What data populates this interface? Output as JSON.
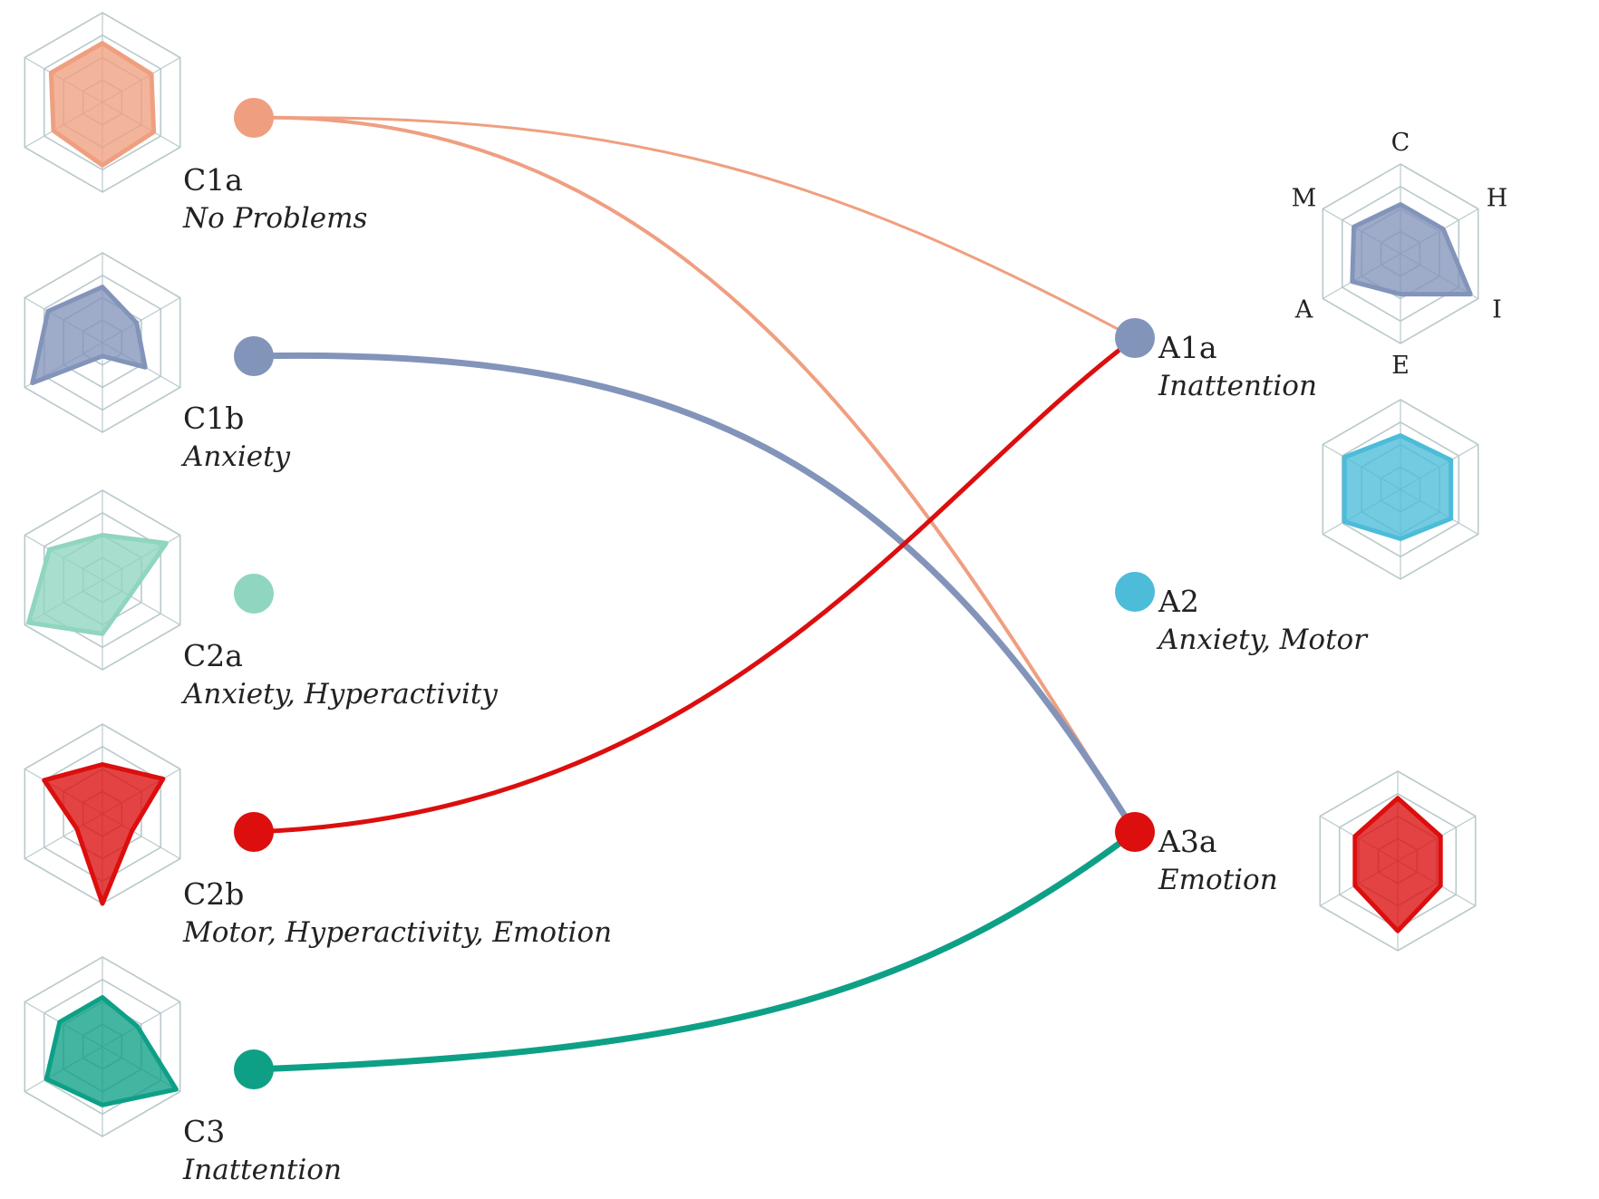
{
  "diagram": {
    "axes": [
      "C",
      "H",
      "I",
      "E",
      "A",
      "M"
    ],
    "left_clusters": [
      {
        "id": "C1a",
        "code": "C1a",
        "desc": "No Problems",
        "color": "#ef9f80",
        "values": [
          0.66,
          0.63,
          0.66,
          0.7,
          0.63,
          0.66
        ]
      },
      {
        "id": "C1b",
        "code": "C1b",
        "desc": "Anxiety",
        "color": "#8394ba",
        "values": [
          0.62,
          0.44,
          0.55,
          0.15,
          0.9,
          0.7
        ]
      },
      {
        "id": "C2a",
        "code": "C2a",
        "desc": "Anxiety, Hyperactivity",
        "color": "#8fd5c0",
        "values": [
          0.5,
          0.82,
          0.35,
          0.6,
          0.95,
          0.68
        ]
      },
      {
        "id": "C2b",
        "code": "C2b",
        "desc": "Motor, Hyperactivity, Emotion",
        "color": "#dc0e0e",
        "values": [
          0.55,
          0.78,
          0.38,
          1.0,
          0.33,
          0.75
        ]
      },
      {
        "id": "C3",
        "code": "C3",
        "desc": "Inattention",
        "color": "#0ea087",
        "values": [
          0.55,
          0.45,
          0.95,
          0.65,
          0.72,
          0.55
        ]
      }
    ],
    "right_clusters": [
      {
        "id": "A1a",
        "code": "A1a",
        "desc": "Inattention",
        "color": "#8394ba",
        "values": [
          0.55,
          0.55,
          0.9,
          0.45,
          0.62,
          0.6
        ],
        "axis_labels": true
      },
      {
        "id": "A2",
        "code": "A2",
        "desc": "Anxiety, Motor",
        "color": "#4cbcd9",
        "values": [
          0.6,
          0.65,
          0.65,
          0.55,
          0.72,
          0.72
        ],
        "axis_labels": false
      },
      {
        "id": "A3a",
        "code": "A3a",
        "desc": "Emotion",
        "color": "#dc0e0e",
        "values": [
          0.7,
          0.55,
          0.55,
          0.78,
          0.55,
          0.55
        ],
        "axis_labels": false
      }
    ],
    "links": [
      {
        "from": "C1a",
        "to": "A1a",
        "color": "#ef9f80",
        "weight": 3
      },
      {
        "from": "C1a",
        "to": "A3a",
        "color": "#ef9f80",
        "weight": 4
      },
      {
        "from": "C1b",
        "to": "A3a",
        "color": "#8394ba",
        "weight": 7
      },
      {
        "from": "C2b",
        "to": "A1a",
        "color": "#dc0e0e",
        "weight": 5
      },
      {
        "from": "C3",
        "to": "A3a",
        "color": "#0ea087",
        "weight": 7
      }
    ]
  }
}
